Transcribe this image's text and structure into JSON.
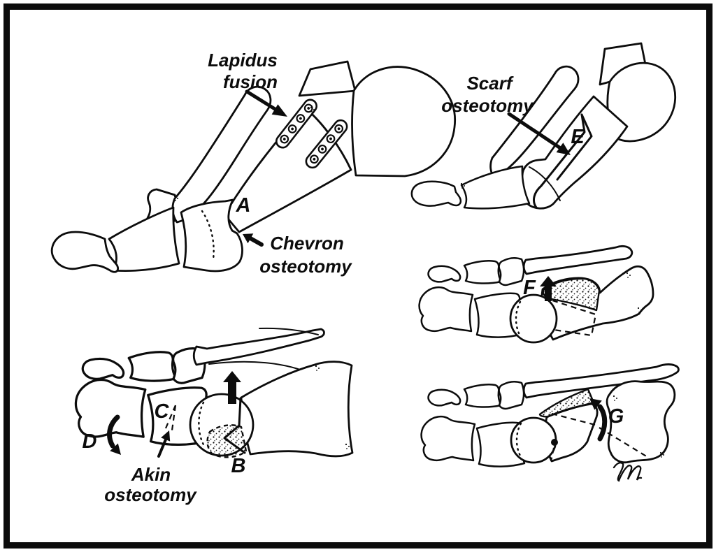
{
  "figure": {
    "colors": {
      "ink": "#0c0c0c",
      "paper": "#ffffff"
    },
    "annotations": {
      "lapidus": {
        "line1": "Lapidus",
        "line2": "fusion"
      },
      "chevron": {
        "line1": "Chevron",
        "line2": "osteotomy"
      },
      "scarf": {
        "line1": "Scarf",
        "line2": "osteotomy"
      },
      "akin": {
        "line1": "Akin",
        "line2": "osteotomy"
      },
      "markers": {
        "a": "A",
        "b": "B",
        "c": "C",
        "d": "D",
        "e": "E",
        "f": "F",
        "g": "G"
      },
      "signature_icon": "artist-monogram"
    }
  }
}
